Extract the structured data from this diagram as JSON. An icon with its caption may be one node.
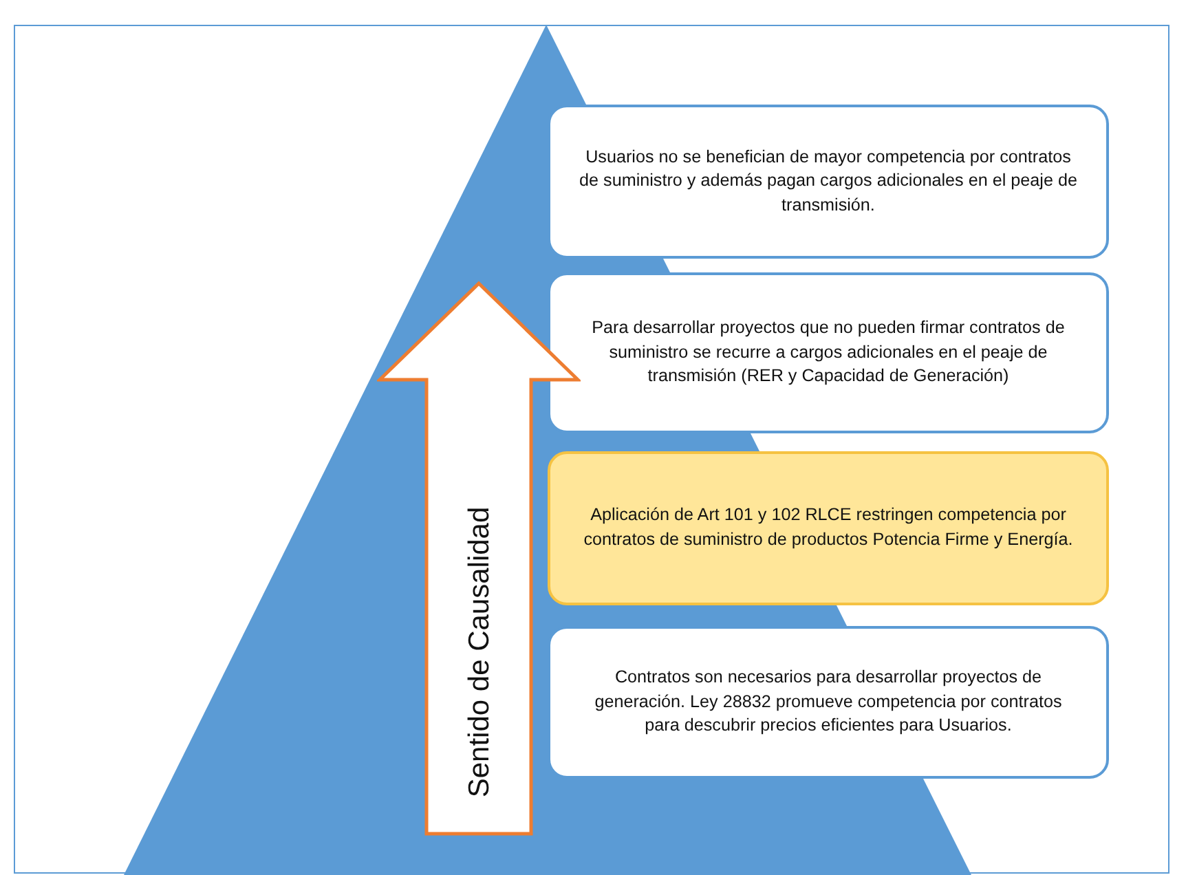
{
  "diagram": {
    "nodes": [
      {
        "text": [
          "Usuarios no se benefician de mayor competencia por contratos de suministro y además pagan cargos adicionales en el peaje de transmisión."
        ]
      },
      {
        "text": [
          "Para desarrollar proyectos que no pueden firmar contratos de suministro se recurre a cargos adicionales en el peaje de transmisión (RER y Capacidad de Generación)"
        ]
      },
      {
        "text": [
          "Aplicación de Art 101 y 102 RLCE restringen competencia por contratos de suministro de productos Potencia Firme y Energía."
        ]
      },
      {
        "text": [
          "Contratos son necesarios para desarrollar proyectos de generación. Ley 28832 promueve competencia por contratos para descubrir precios eficientes para Usuarios."
        ]
      },
      {
        "text": [
          "Sentido de Causalidad"
        ]
      }
    ]
  }
}
